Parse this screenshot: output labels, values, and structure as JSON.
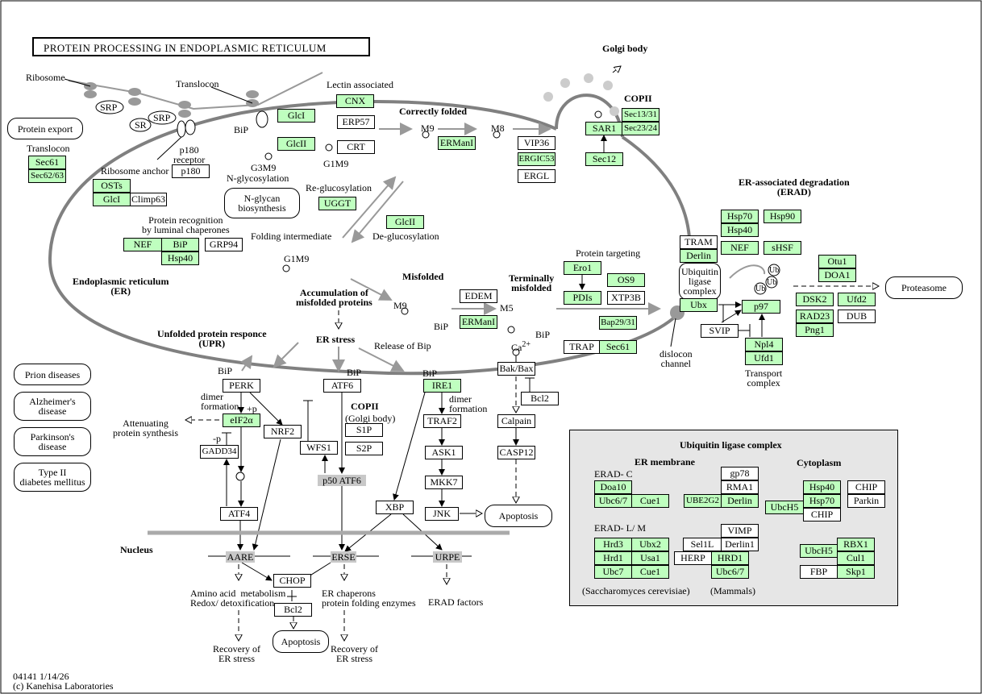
{
  "title": "PROTEIN PROCESSING IN ENDOPLASMIC RETICULUM",
  "colors": {
    "gene_highlight": "#bfffbf",
    "membrane": "#808080",
    "panel": "#e6e6e6",
    "marker": "#c8c8c8"
  },
  "labels": {
    "ribosome": "Ribosome",
    "translocon_top": "Translocon",
    "srp1": "SRP",
    "srp2": "SRP",
    "sr": "SR",
    "bip_top": "BiP",
    "p180_receptor": "p180\nreceptor",
    "ribosome_anchor": "Ribosome anchor",
    "g3m9": "G3M9",
    "n_glycosylation": "N-glycosylation",
    "translocon_left": "Translocon",
    "lectin": "Lectin  associated",
    "correctly_folded": "Correctly folded",
    "m9_top": "M9",
    "m8": "M8",
    "g1m9_top": "G1M9",
    "re_glucosylation": "Re-glucosylation",
    "de_glucosylation": "De-glucosylation",
    "folding_intermediate": "Folding intermediate",
    "g1m9_mid": "G1M9",
    "protein_recognition": "Protein recognition\nby luminal chaperones",
    "golgi_body": "Golgi body",
    "copii_top": "COPII",
    "er_label": "Endoplasmic reticulum\n(ER)",
    "accumulation": "Accumulation of\nmisfolded proteins",
    "misfolded": "Misfolded",
    "m9_mid": "M9",
    "m5": "M5",
    "bip_mis1": "BiP",
    "bip_mis2": "BiP",
    "terminally": "Terminally\nmisfolded",
    "protein_targeting": "Protein targeting",
    "erad": "ER-associated degradation\n(ERAD)",
    "ub1": "Ub",
    "ub2": "Ub",
    "ub3": "Ub",
    "dislocon": "dislocon\nchannel",
    "transport_complex": "Transport\ncomplex",
    "upr": "Unfolded protein responce\n(UPR)",
    "er_stress": "ER stress",
    "release_bip": "Release of Bip",
    "ca": "Ca",
    "ca_sup": "2+",
    "bip_perk": "BiP",
    "bip_atf6": "BiP",
    "bip_ire1": "BiP",
    "dimer1": "dimer\nformation",
    "plus_p": "+p",
    "minus_p": "-p",
    "dimer2": "dimer\nformation",
    "attenuating": "Attenuating\nprotein synthesis",
    "copii_golgi": "COPII",
    "golgi_paren": "(Golgi body)",
    "nucleus": "Nucleus",
    "amino_acid": "Amino acid  metabolism\nRedox/ detoxification",
    "er_chaperons": "ER chaperons\nprotein folding enzymes",
    "erad_factors": "ERAD factors",
    "recovery1": "Recovery of\nER stress",
    "recovery2": "Recovery of\nER stress",
    "ulc_title": "Ubiquitin ligase complex",
    "er_membrane": "ER membrane",
    "cytoplasm": "Cytoplasm",
    "erad_c": "ERAD- C",
    "erad_lm": "ERAD- L/ M",
    "saccharomyces": "(Saccharomyces cerevisiae)",
    "mammals": "(Mammals)"
  },
  "genes": {
    "sec61_a": "Sec61",
    "sec6263": "Sec62/63",
    "p180": "p180",
    "osts": "OSTs",
    "glci_a": "GlcI",
    "climp63": "Climp63",
    "nef_a": "NEF",
    "bip_a": "BiP",
    "hsp40_a": "Hsp40",
    "grp94": "GRP94",
    "glci_b": "GlcI",
    "glcii_a": "GlcII",
    "cnx": "CNX",
    "erp57": "ERP57",
    "crt": "CRT",
    "uggt": "UGGT",
    "glcii_b": "GlcII",
    "ermani_a": "ERManI",
    "vip36": "VIP36",
    "ergic53": "ERGIC53",
    "ergl": "ERGL",
    "sar1": "SAR1",
    "sec1331": "Sec13/31",
    "sec2324": "Sec23/24",
    "sec12": "Sec12",
    "edem": "EDEM",
    "ermani_b": "ERManI",
    "ero1": "Ero1",
    "pdis": "PDIs",
    "os9": "OS9",
    "xtp3b": "XTP3B",
    "bap2931": "Bap29/31",
    "trap": "TRAP",
    "sec61_b": "Sec61",
    "tram": "TRAM",
    "derlin_a": "Derlin",
    "ubx": "Ubx",
    "hsp70_a": "Hsp70",
    "hsp40_b": "Hsp40",
    "hsp90": "Hsp90",
    "nef_b": "NEF",
    "shsf": "sHSF",
    "p97": "p97",
    "svip": "SVIP",
    "npl4": "Npl4",
    "ufd1": "Ufd1",
    "otu1": "Otu1",
    "doa1": "DOA1",
    "dsk2": "DSK2",
    "ufd2": "Ufd2",
    "rad23": "RAD23",
    "png1": "Png1",
    "dub": "DUB",
    "perk": "PERK",
    "atf6": "ATF6",
    "ire1": "IRE1",
    "bakbax": "Bak/Bax",
    "bcl2_a": "Bcl2",
    "eif2a": "eIF2α",
    "nrf2": "NRF2",
    "gadd34": "GADD34",
    "atf4": "ATF4",
    "wfs1": "WFS1",
    "s1p": "S1P",
    "s2p": "S2P",
    "p50atf6": "p50 ATF6",
    "traf2": "TRAF2",
    "ask1": "ASK1",
    "mkk7": "MKK7",
    "jnk": "JNK",
    "xbp": "XBP",
    "calpain": "Calpain",
    "casp12": "CASP12",
    "aare": "AARE",
    "erse": "ERSE",
    "urpe": "URPE",
    "chop": "CHOP",
    "bcl2_b": "Bcl2",
    "doa10": "Doa10",
    "ubc67_a": "Ubc6/7",
    "cue1_a": "Cue1",
    "gp78": "gp78",
    "rma1": "RMA1",
    "ube2g2": "UBE2G2",
    "derlin_b": "Derlin",
    "hsp40_c": "Hsp40",
    "hsp70_b": "Hsp70",
    "chip_a": "CHIP",
    "ubch5_a": "UbcH5",
    "chip_b": "CHIP",
    "parkin": "Parkin",
    "hrd3": "Hrd3",
    "ubx2": "Ubx2",
    "hrd1_y": "Hrd1",
    "usa1": "Usa1",
    "ubc7": "Ubc7",
    "cue1_b": "Cue1",
    "vimp": "VIMP",
    "sel1l": "Sel1L",
    "derlin1": "Derlin1",
    "herp": "HERP",
    "hrd1_m": "HRD1",
    "ubc67_b": "Ubc6/7",
    "ubch5_b": "UbcH5",
    "rbx1": "RBX1",
    "cul1": "Cul1",
    "fbp": "FBP",
    "skp1": "Skp1"
  },
  "maps": {
    "protein_export": "Protein export",
    "n_glycan": "N-glycan\nbiosynthesis",
    "proteasome": "Proteasome",
    "ubiquitin_ligase": "Ubiquitin\nligase\ncomplex",
    "apoptosis_a": "Apoptosis",
    "apoptosis_b": "Apoptosis",
    "prion": "Prion diseases",
    "alzheimer": "Alzheimer's\ndisease",
    "parkinson": "Parkinson's\ndisease",
    "diabetes": "Type II\ndiabetes mellitus"
  },
  "footer": {
    "id_date": "04141 1/14/26",
    "copyright": "(c) Kanehisa Laboratories"
  }
}
